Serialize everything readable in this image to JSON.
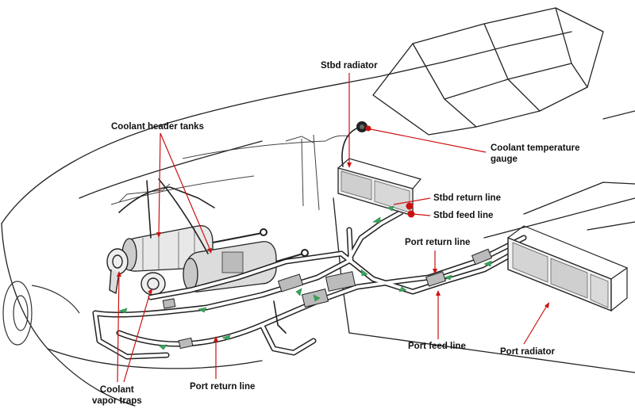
{
  "labels": {
    "stbd_radiator": "Stbd radiator",
    "coolant_header_tanks": "Coolant header tanks",
    "coolant_temperature_gauge_line1": "Coolant temperature",
    "coolant_temperature_gauge_line2": "gauge",
    "stbd_return_line": "Stbd return line",
    "stbd_feed_line": "Stbd feed line",
    "port_return_line_right": "Port return line",
    "port_feed_line": "Port feed line",
    "port_radiator": "Port radiator",
    "port_return_line_bottom": "Port return line",
    "coolant_vapor_traps_line1": "Coolant",
    "coolant_vapor_traps_line2": "vapor traps"
  },
  "colors": {
    "leader": "#cc1111",
    "flow_arrow": "#3aa35a",
    "outline": "#222222",
    "background": "#ffffff"
  },
  "icons": {
    "flow_arrow": "green-flow-arrow",
    "leader_dot": "red-leader-dot"
  }
}
